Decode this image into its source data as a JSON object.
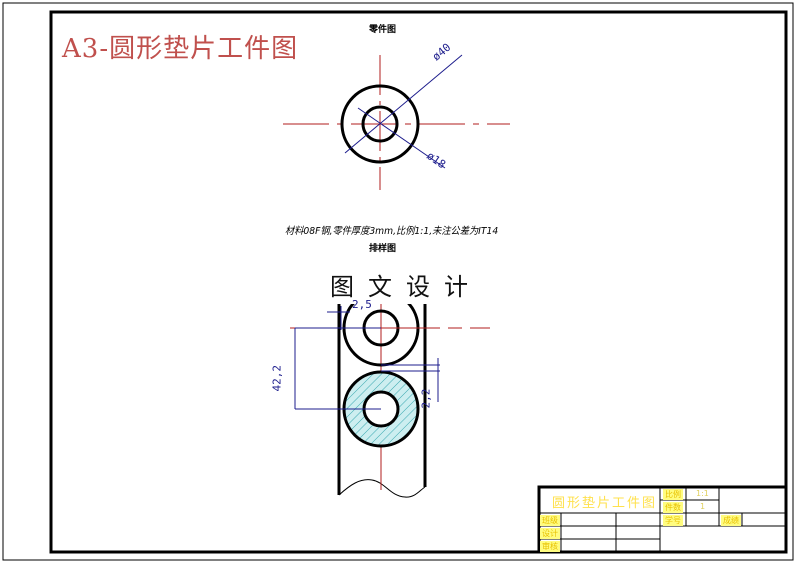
{
  "drawing": {
    "title": "A3-圆形垫片工件图",
    "part_view_label": "零件图",
    "strip_view_label": "排样图",
    "note": "材料08F钢,零件厚度3mm,比例1:1,未注公差为IT14",
    "watermark": "图文设计",
    "dimensions": {
      "outer_diameter": "ø40",
      "inner_diameter": "ø18",
      "edge_margin": "2,5",
      "pitch": "42,2",
      "web": "2,2"
    },
    "colors": {
      "title": "#c0504d",
      "center_line": "#b01e1e",
      "dimension": "#1c1c8c",
      "hatch_fill": "#cdeef0",
      "hatch_line": "#3aa8b0",
      "title_block_text": "#ffe14d"
    }
  },
  "title_block": {
    "name": "圆形垫片工件图",
    "scale_label": "比例",
    "scale_value": "1:1",
    "quantity_label": "件数",
    "quantity_value": "1",
    "class_label": "班级",
    "student_id_label": "学号",
    "grade_label": "成绩",
    "designer_label": "设计",
    "reviewer_label": "审核"
  }
}
